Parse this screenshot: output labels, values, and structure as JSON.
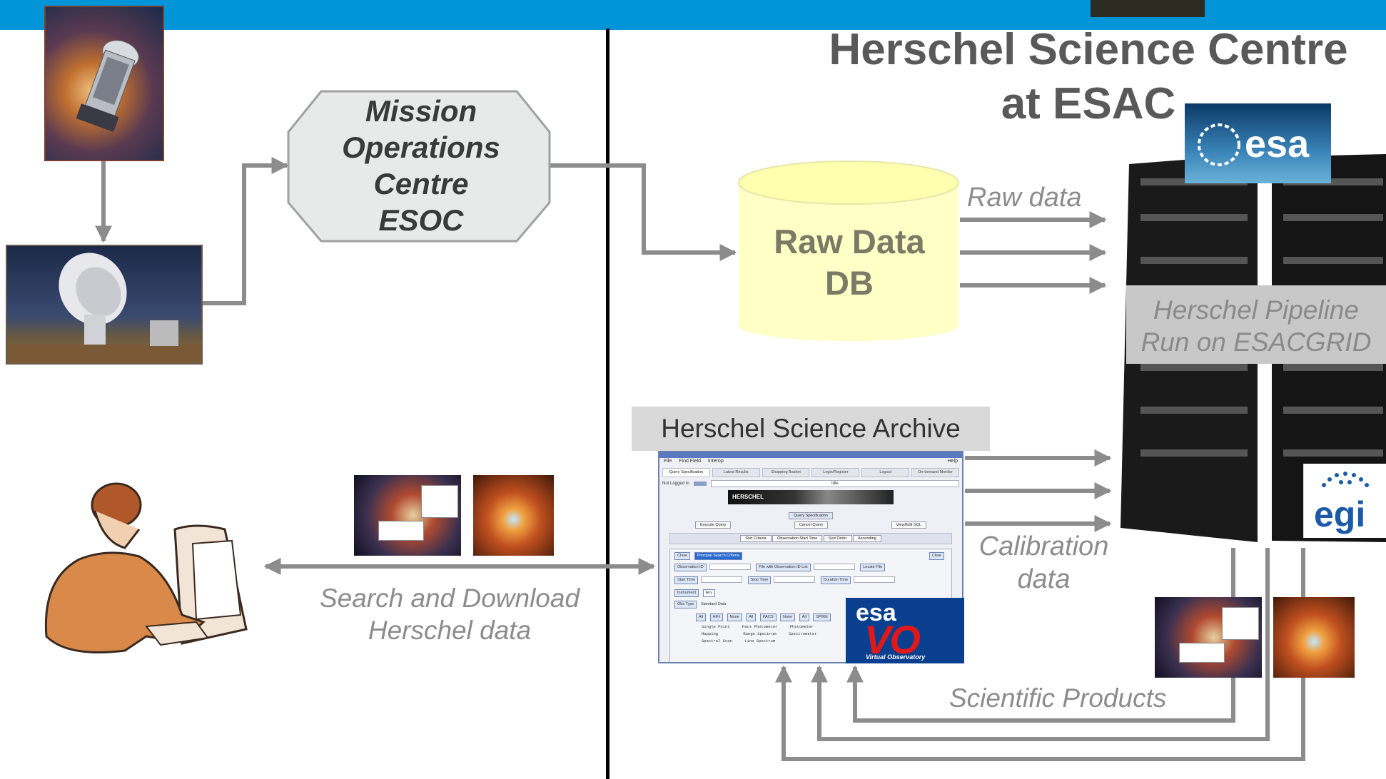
{
  "header": {
    "title_line1": "Herschel Science Centre",
    "title_line2": "at ESAC"
  },
  "nodes": {
    "mission_centre": {
      "line1": "Mission",
      "line2": "Operations",
      "line3": "Centre",
      "line4": "ESOC"
    },
    "raw_db": {
      "line1": "Raw Data",
      "line2": "DB"
    },
    "pipeline": {
      "line1": "Herschel Pipeline",
      "line2": "Run on ESACGRID"
    },
    "archive": {
      "label": "Herschel Science Archive"
    }
  },
  "labels": {
    "raw_data": "Raw data",
    "calibration_line1": "Calibration",
    "calibration_line2": "data",
    "search_line1": "Search and Download",
    "search_line2": "Herschel data",
    "scientific_products": "Scientific Products"
  },
  "logos": {
    "esa": "esa",
    "esa_vo_top": "esa",
    "esa_vo_main": "VO",
    "esa_vo_sub": "Virtual Observatory",
    "egi": "egi"
  },
  "archive_window": {
    "title": "Herschel Science Archive 1.x",
    "menu": [
      "File",
      "Find Field",
      "Interop",
      "Help"
    ],
    "tabs": [
      "Query Specification",
      "Latest Results",
      "Shopping Basket",
      "Login/Register",
      "Logout",
      "On-demand Monitor"
    ],
    "status": "Not Logged In",
    "status_value": "Idle",
    "banner": "HERSCHEL",
    "query_spec_button": "Query Specification",
    "execute_button": "Execute Query",
    "cancel_button": "Cancel Query",
    "sql_button": "View/Edit SQL",
    "sort": [
      "Sort Criteria",
      "Observation Start Time",
      "Sort Order",
      "Ascending"
    ],
    "panel_tabs": [
      "Close",
      "Principal Search Criteria",
      "Clear"
    ],
    "fields": [
      "Observation ID",
      "File with Observation ID List",
      "Locate File",
      "Start Time",
      "Stop Time",
      "Duration Time",
      "Instrument",
      "Any",
      "Obs Type",
      "Standard Data"
    ],
    "instrument_groups": [
      "All",
      "HIFI",
      "None",
      "All",
      "PACS",
      "None",
      "All",
      "SPIRE"
    ],
    "modes": [
      "Single Point",
      "Mapping",
      "Spectral Scan",
      "Pacs Photometer",
      "Range Spectrum",
      "Line Spectrum",
      "Photometer",
      "Spectrometer"
    ]
  },
  "colors": {
    "top_bar": "#0095d9",
    "arrow": "#8c8c8c",
    "octagon_fill": "#e8eaea",
    "cylinder_fill": "#ffffc6",
    "pipeline_box": "#c8c8c8",
    "archive_label_bg": "#d9d9d9"
  },
  "icons": [
    "telescope-photo",
    "dish-antenna-photo",
    "person-at-computer-clipart",
    "server-rack-photo",
    "nebula-image",
    "spectrum-overlay-image"
  ]
}
